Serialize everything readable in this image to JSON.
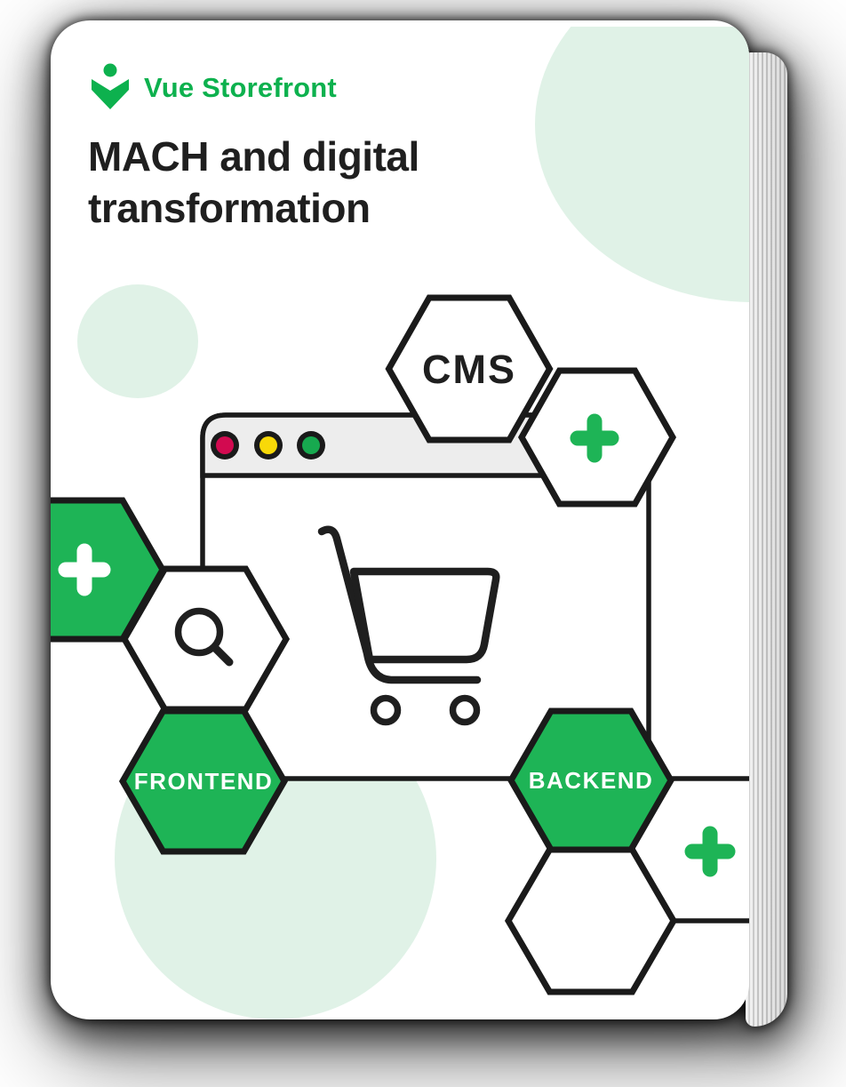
{
  "cover": {
    "brand_name": "Vue Storefront",
    "title": "MACH and digital transformation"
  },
  "illustration": {
    "hexagon_labels": {
      "cms": "CMS",
      "frontend": "FRONTEND",
      "backend": "BACKEND"
    },
    "browser_window": {
      "traffic_lights": [
        "red",
        "yellow",
        "green"
      ]
    },
    "icons": [
      "shopping-cart-icon",
      "magnifier-icon",
      "plus-icon"
    ]
  },
  "colors": {
    "brand_green": "#0db14e",
    "hex_green": "#1eb456",
    "ink": "#1f1f1f",
    "line_black": "#1a1a1a",
    "titlebar_gray": "#ededed",
    "dot_red": "#d20a50",
    "dot_yellow": "#f8d908",
    "dot_green": "#17a94f",
    "mint": "#e0f2e7",
    "pages_light": "#ececec",
    "pages_dark": "#c2c2c2"
  }
}
